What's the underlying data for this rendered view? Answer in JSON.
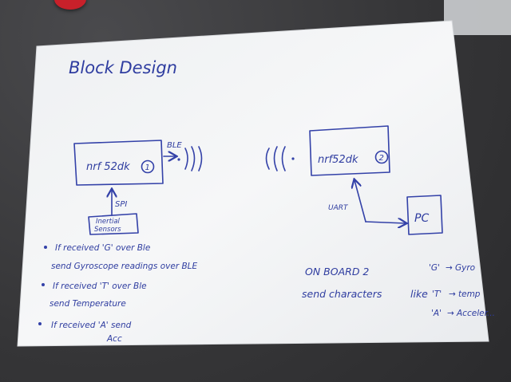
{
  "title": "Block Design",
  "board1": {
    "label": "nrf 52dk",
    "number": "1",
    "protocol": "BLE"
  },
  "board2": {
    "label": "nrf52dk",
    "number": "2",
    "link": "UART"
  },
  "pc": {
    "label": "PC"
  },
  "sensor": {
    "line1": "Inertial",
    "line2": "Sensors",
    "link": "SPI"
  },
  "notes_left": [
    {
      "line1": "If received 'G' over Ble",
      "line2": "send Gyroscope readings over BLE"
    },
    {
      "line1": "If received 'T' over Ble",
      "line2": "send Temperature"
    },
    {
      "line1": "If received 'A' send",
      "line2": "Acc"
    }
  ],
  "notes_right": {
    "line1": "ON BOARD 2",
    "line2": "send characters",
    "like": "like",
    "map": [
      {
        "key": "'G'",
        "value": "Gyro"
      },
      {
        "key": "'T'",
        "value": "temp"
      },
      {
        "key": "'A'",
        "value": "Acceler..."
      }
    ]
  },
  "colors": {
    "ink": "#2f3da0",
    "paper": "#f4f5f6",
    "desk": "#3a3a3c"
  }
}
